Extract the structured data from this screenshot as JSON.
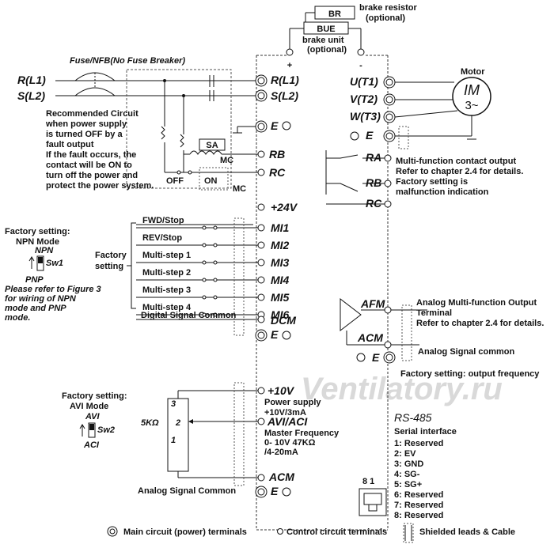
{
  "brake": {
    "br": "BR",
    "br_label": "brake resistor",
    "br_opt": "(optional)",
    "bue": "BUE",
    "bue_label": "brake unit",
    "bue_opt": "(optional)",
    "plus": "+",
    "minus": "-"
  },
  "input": {
    "fuse": "Fuse/NFB(No Fuse Breaker)",
    "r_left": "R(L1)",
    "s_left": "S(L2)",
    "r_term": "R(L1)",
    "s_term": "S(L2)",
    "e": "E"
  },
  "recommended": [
    "Recommended Circuit",
    " when power supply",
    "is turned OFF by a",
    "fault output",
    "If the fault occurs, the",
    "contact will be ON to",
    "turn off the power and",
    "protect the power system."
  ],
  "relay": {
    "sa": "SA",
    "mc1": "MC",
    "mc2": "MC",
    "off": "OFF",
    "on": "ON",
    "rb": "RB",
    "rc": "RC"
  },
  "motor": {
    "title": "Motor",
    "im": "IM",
    "phase": "3~",
    "u": "U(T1)",
    "v": "V(T2)",
    "w": "W(T3)",
    "e": "E"
  },
  "multifunction": {
    "ra": "RA",
    "rb": "RB",
    "rc": "RC",
    "desc": [
      "Multi-function contact output",
      "Refer to chapter 2.4 for details.",
      "Factory setting is",
      "malfunction indication"
    ]
  },
  "digital": {
    "v24": "+24V",
    "factory_setting": [
      "Factory",
      "setting"
    ],
    "inputs": [
      {
        "label": "FWD/Stop",
        "term": "MI1"
      },
      {
        "label": "REV/Stop",
        "term": "MI2"
      },
      {
        "label": "Multi-step 1",
        "term": "MI3"
      },
      {
        "label": "Multi-step 2",
        "term": "MI4"
      },
      {
        "label": "Multi-step 3",
        "term": "MI5"
      },
      {
        "label": "Multi-step 4",
        "term": "MI6"
      }
    ],
    "common_label": "Digital Signal Common",
    "dcm": "DCM",
    "e": "E"
  },
  "npn": {
    "title1": "Factory setting:",
    "title2": "NPN Mode",
    "npn": "NPN",
    "sw": "Sw1",
    "pnp": "PNP",
    "note": [
      "Please refer to Figure 3",
      "for wiring of NPN",
      "mode and PNP",
      "mode."
    ]
  },
  "analog_out": {
    "afm": "AFM",
    "acm": "ACM",
    "e": "E",
    "desc": [
      "Analog Multi-function Output",
      "Terminal",
      "Refer to chapter 2.4 for details."
    ],
    "common": "Analog Signal common",
    "factory": "Factory setting: output frequency"
  },
  "avi": {
    "title1": "Factory setting:",
    "title2": "AVI Mode",
    "avi": "AVI",
    "sw": "Sw2",
    "aci": "ACI",
    "pot": "5KΩ",
    "pin3": "3",
    "pin2": "2",
    "pin1": "1",
    "v10": "+10V",
    "ps": [
      "Power supply",
      "+10V/3mA"
    ],
    "avi_term": "AVI/ACI",
    "mf": [
      "Master Frequency",
      "0- 10V 47KΩ",
      "/4-20mA"
    ],
    "acm": "ACM",
    "common": "Analog Signal Common",
    "e": "E"
  },
  "rs485": {
    "title": "RS-485",
    "subtitle": "Serial interface",
    "pins": [
      "1: Reserved",
      "2: EV",
      "3: GND",
      "4: SG-",
      "5: SG+",
      "6: Reserved",
      "7: Reserved",
      "8: Reserved"
    ],
    "pin_range": "8 1"
  },
  "legend": {
    "main": "Main circuit (power) terminals",
    "control": "Control circuit terminals",
    "shielded": "Shielded leads & Cable"
  },
  "watermark": "Ventilatory.ru"
}
